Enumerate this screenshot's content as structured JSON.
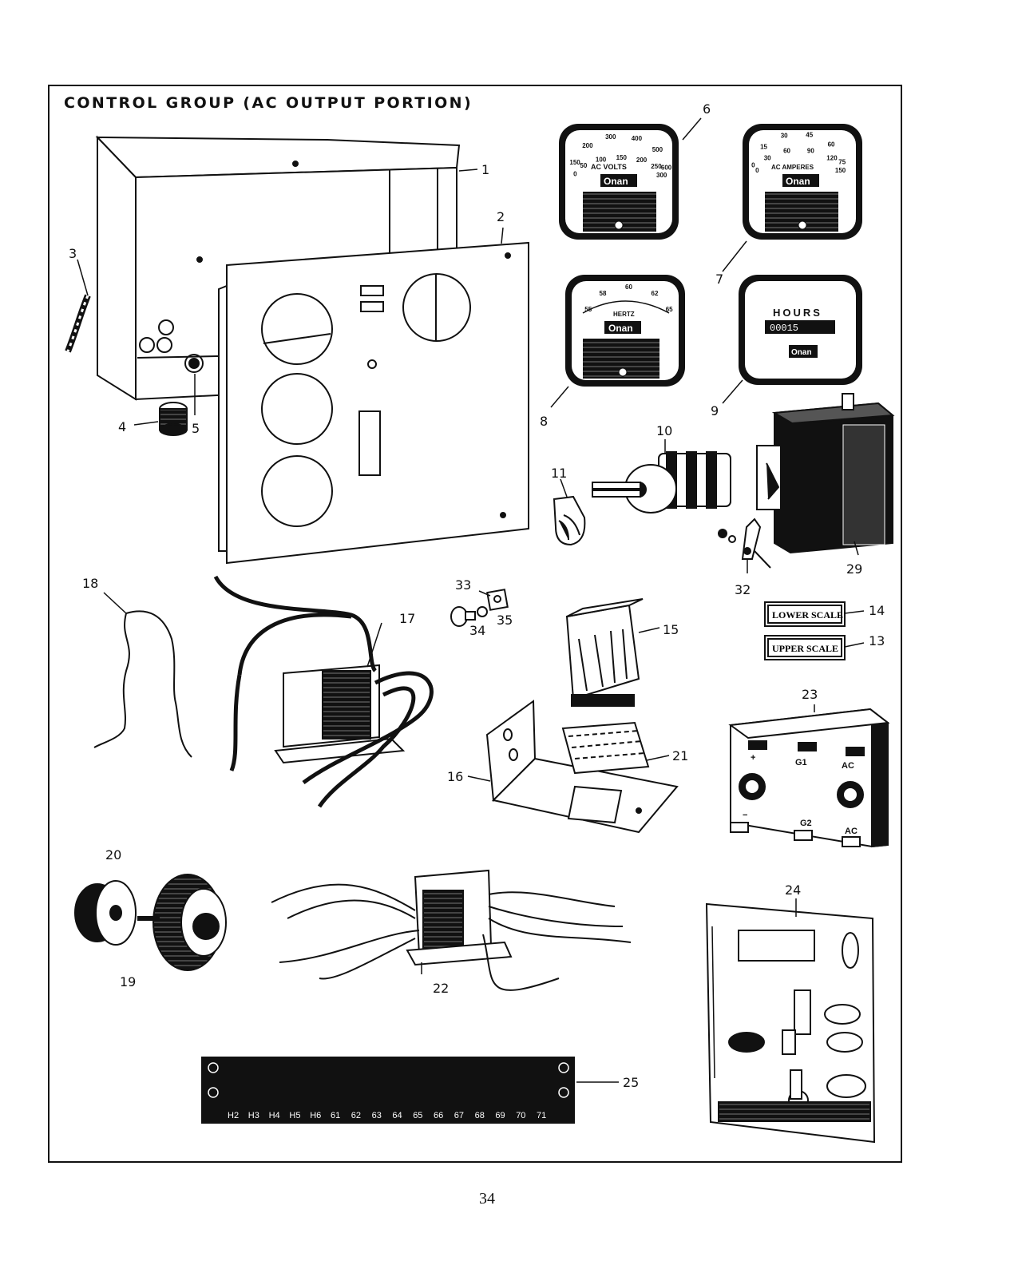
{
  "page": {
    "title": "CONTROL GROUP (AC OUTPUT PORTION)",
    "page_number": "34"
  },
  "callouts": [
    "1",
    "2",
    "3",
    "4",
    "5",
    "6",
    "7",
    "8",
    "9",
    "10",
    "11",
    "13",
    "14",
    "15",
    "16",
    "17",
    "18",
    "19",
    "20",
    "21",
    "22",
    "23",
    "24",
    "25",
    "29",
    "32",
    "33",
    "34",
    "35"
  ],
  "meters": {
    "voltmeter": {
      "outer_scale": [
        "150",
        "200",
        "300",
        "400",
        "500",
        "600"
      ],
      "inner_scale": [
        "0",
        "50",
        "100",
        "150",
        "200",
        "250",
        "300"
      ],
      "label": "AC VOLTS",
      "brand": "Onan"
    },
    "ammeter": {
      "outer_scale": [
        "0",
        "15",
        "30",
        "45",
        "60",
        "75"
      ],
      "inner_scale": [
        "0",
        "30",
        "60",
        "90",
        "120",
        "150"
      ],
      "label": "AC AMPERES",
      "brand": "Onan"
    },
    "frequency_meter": {
      "scale": [
        "55",
        "58",
        "60",
        "62",
        "65"
      ],
      "label": "HERTZ",
      "brand": "Onan"
    },
    "hour_meter": {
      "label": "HOURS",
      "reading": "00015",
      "brand": "Onan"
    }
  },
  "scale_labels": {
    "lower": "LOWER SCALE",
    "upper": "UPPER SCALE"
  },
  "rectifier_terminals": [
    "+",
    "G1",
    "AC",
    "−",
    "G2",
    "AC"
  ],
  "terminal_block": {
    "labels": [
      "H2",
      "H3",
      "H4",
      "H5",
      "H6",
      "61",
      "62",
      "63",
      "64",
      "65",
      "66",
      "67",
      "68",
      "69",
      "70",
      "71"
    ]
  }
}
